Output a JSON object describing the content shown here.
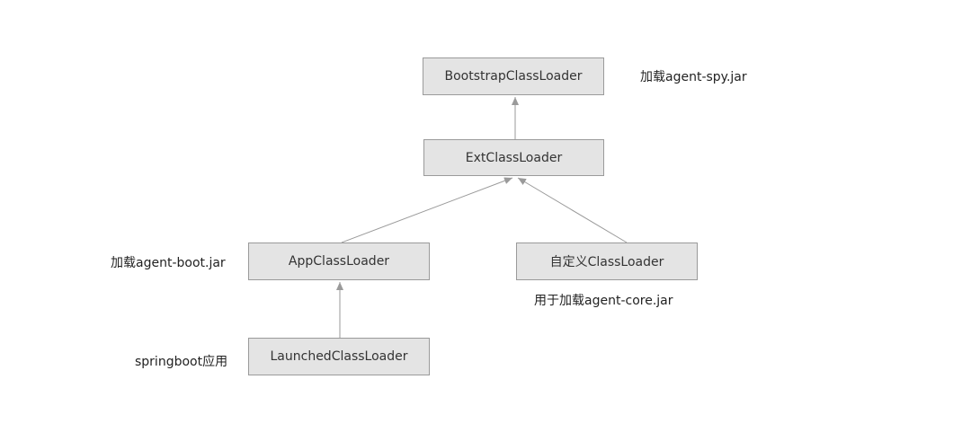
{
  "nodes": {
    "bootstrap": "BootstrapClassLoader",
    "ext": "ExtClassLoader",
    "app": "AppClassLoader",
    "custom": "自定义ClassLoader",
    "launched": "LaunchedClassLoader"
  },
  "notes": {
    "bootstrap": "加载agent-spy.jar",
    "app": "加载agent-boot.jar",
    "custom": "用于加载agent-core.jar",
    "launched": "springboot应用"
  },
  "colors": {
    "node_fill": "#e4e4e4",
    "node_border": "#9a9a9a",
    "edge": "#9a9a9a"
  }
}
